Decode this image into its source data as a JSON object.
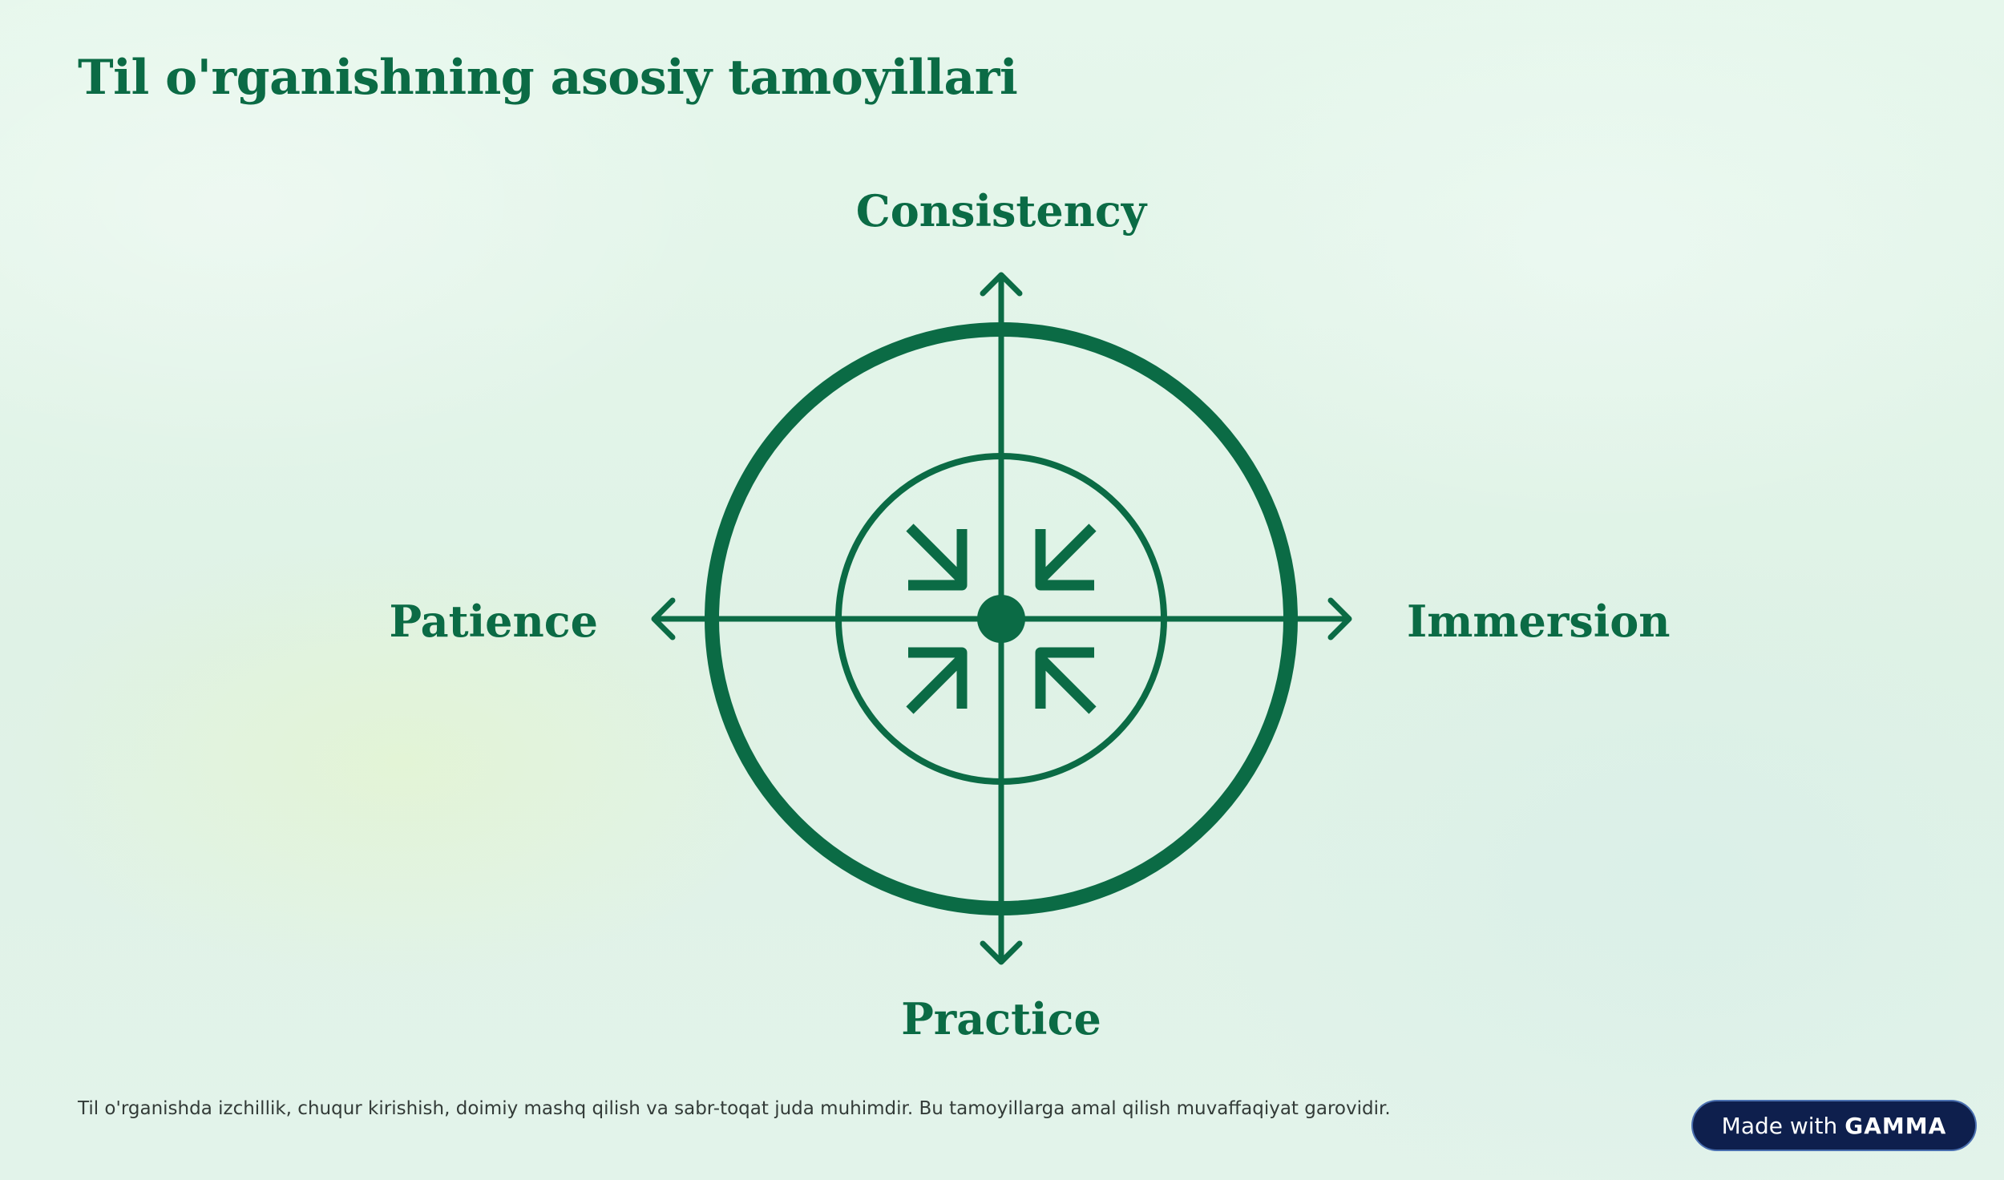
{
  "title": "Til o'rganishning asosiy tamoyillari",
  "diagram": {
    "labels": {
      "top": "Consistency",
      "left": "Patience",
      "right": "Immersion",
      "bottom": "Practice"
    },
    "icon": "converging-arrows-target-icon",
    "color": "#0b6b45"
  },
  "caption": "Til o'rganishda izchillik, chuqur kirishish, doimiy mashq qilish va sabr-toqat juda muhimdir. Bu tamoyillarga amal qilish muvaffaqiyat garovidir.",
  "badge": {
    "prefix": "Made with",
    "brand": "GAMMA"
  }
}
